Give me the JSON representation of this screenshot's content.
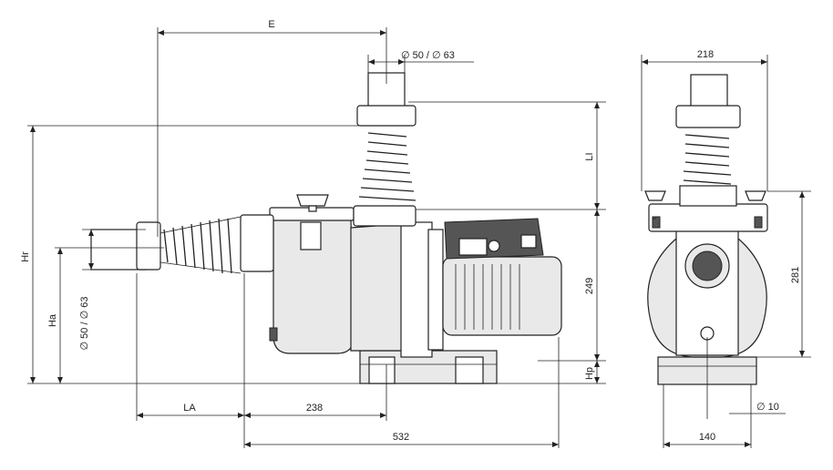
{
  "labels": {
    "E": "E",
    "diam_top": "∅ 50 / ∅ 63",
    "w218": "218",
    "Hr": "Hr",
    "LI": "LI",
    "Ha": "Ha",
    "diam_side": "∅ 50 / ∅ 63",
    "d249": "249",
    "d281": "281",
    "Hp": "Hp",
    "LA": "LA",
    "d238": "238",
    "d532": "532",
    "diam10": "∅ 10",
    "d140": "140"
  }
}
